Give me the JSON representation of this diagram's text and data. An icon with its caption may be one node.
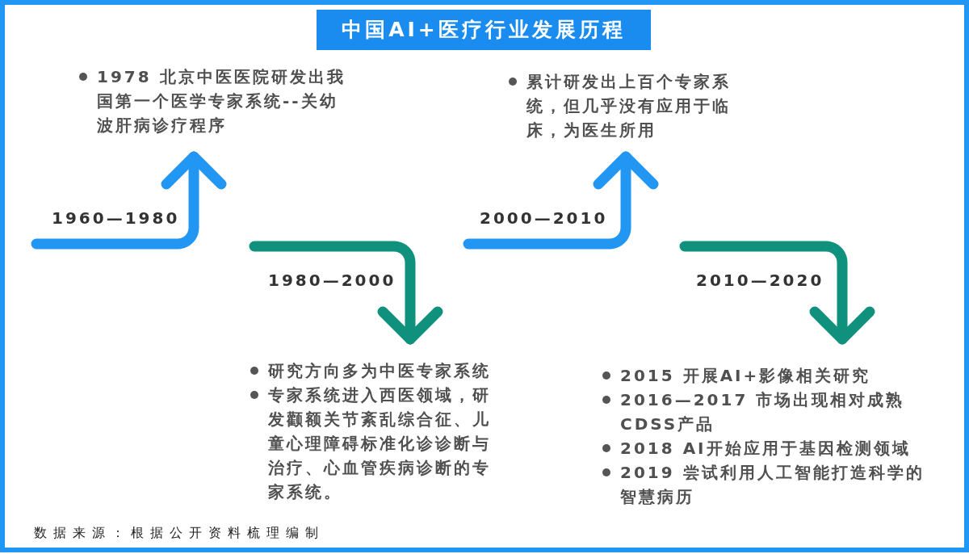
{
  "diagram": {
    "title": "中国AI+医疗行业发展历程",
    "caption": "数据来源：根据公开资料梳理编制",
    "nodes": [
      {
        "text": [
          "1978 北京中医医院研发出我国第一个医学专家系统--关幼波肝病诊疗程序"
        ]
      },
      {
        "text": [
          "研究方向多为中医专家系统",
          "专家系统进入西医领域，研发颧额关节紊乱综合征、儿童心理障碍标准化诊诊断与治疗、心血管疾病诊断的专家系统。"
        ]
      },
      {
        "text": [
          "累计研发出上百个专家系统，但几乎没有应用于临床，为医生所用"
        ]
      },
      {
        "text": [
          "2015 开展AI+影像相关研究",
          "2016—2017 市场出现相对成熟CDSS产品",
          "2018 AI开始应用于基因检测领域",
          "2019 尝试利用人工智能打造科学的智慧病历"
        ]
      }
    ],
    "edges": [
      {
        "from": null,
        "to": 0,
        "arrow": "to",
        "label": "1960—1980",
        "color": "#2196f3"
      },
      {
        "from": null,
        "to": 1,
        "arrow": "to",
        "label": "1980—2000",
        "color": "#0f917e"
      },
      {
        "from": null,
        "to": 2,
        "arrow": "to",
        "label": "2000—2010",
        "color": "#2196f3"
      },
      {
        "from": null,
        "to": 3,
        "arrow": "to",
        "label": "2010—2020",
        "color": "#0f917e"
      }
    ]
  }
}
